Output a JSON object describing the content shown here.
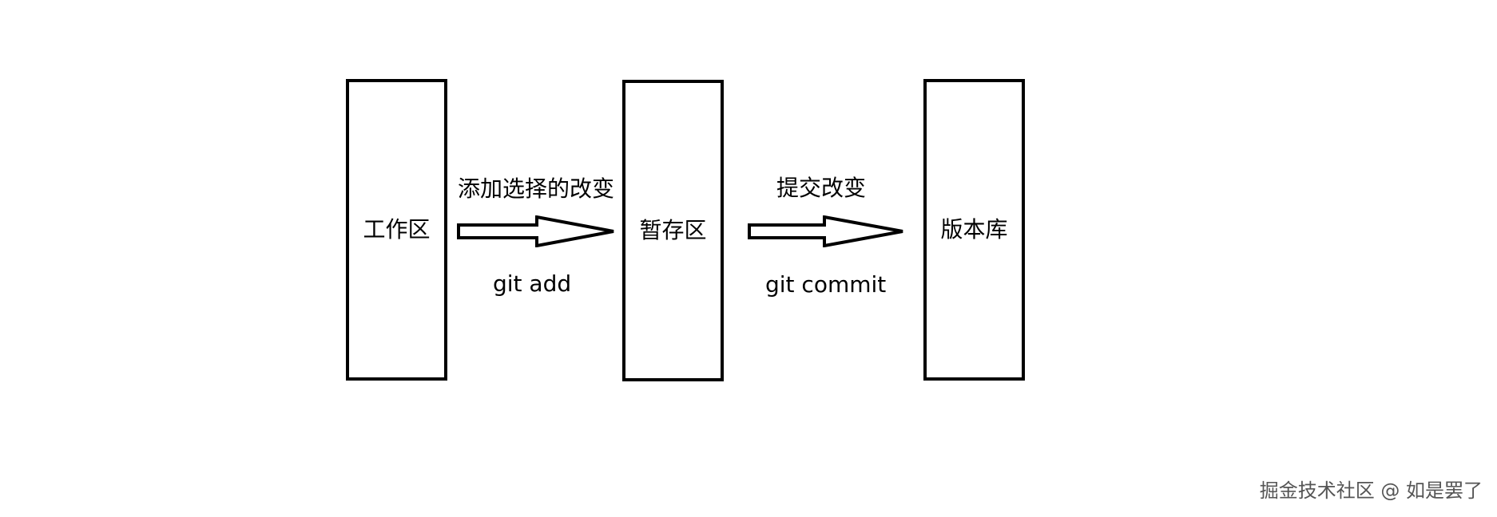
{
  "diagram": {
    "stages": [
      {
        "label": "工作区"
      },
      {
        "label": "暂存区"
      },
      {
        "label": "版本库"
      }
    ],
    "transitions": [
      {
        "description": "添加选择的改变",
        "command": "git add"
      },
      {
        "description": "提交改变",
        "command": "git commit"
      }
    ]
  },
  "watermark": "掘金技术社区 @ 如是罢了"
}
